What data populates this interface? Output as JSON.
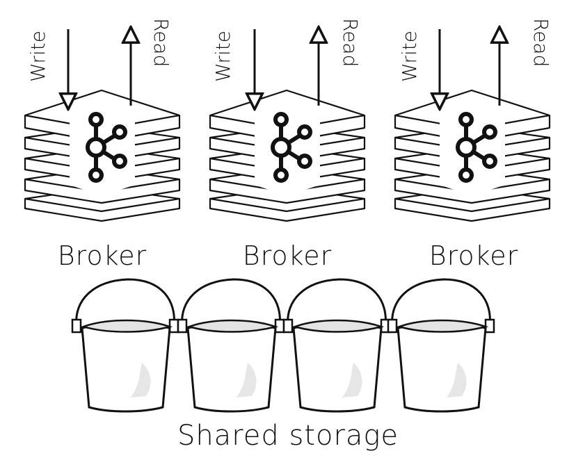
{
  "brokers": [
    {
      "label": "Broker",
      "write_label": "Write",
      "read_label": "Read"
    },
    {
      "label": "Broker",
      "write_label": "Write",
      "read_label": "Read"
    },
    {
      "label": "Broker",
      "write_label": "Write",
      "read_label": "Read"
    }
  ],
  "storage": {
    "label": "Shared storage",
    "bucket_count": 4
  },
  "icons": {
    "broker_logo": "kafka-logo-icon",
    "storage_unit": "bucket-icon",
    "write_arrow": "arrow-down-icon",
    "read_arrow": "arrow-up-icon"
  },
  "colors": {
    "ink": "#111111",
    "paper": "#ffffff",
    "shading": "#d9d9d9"
  }
}
